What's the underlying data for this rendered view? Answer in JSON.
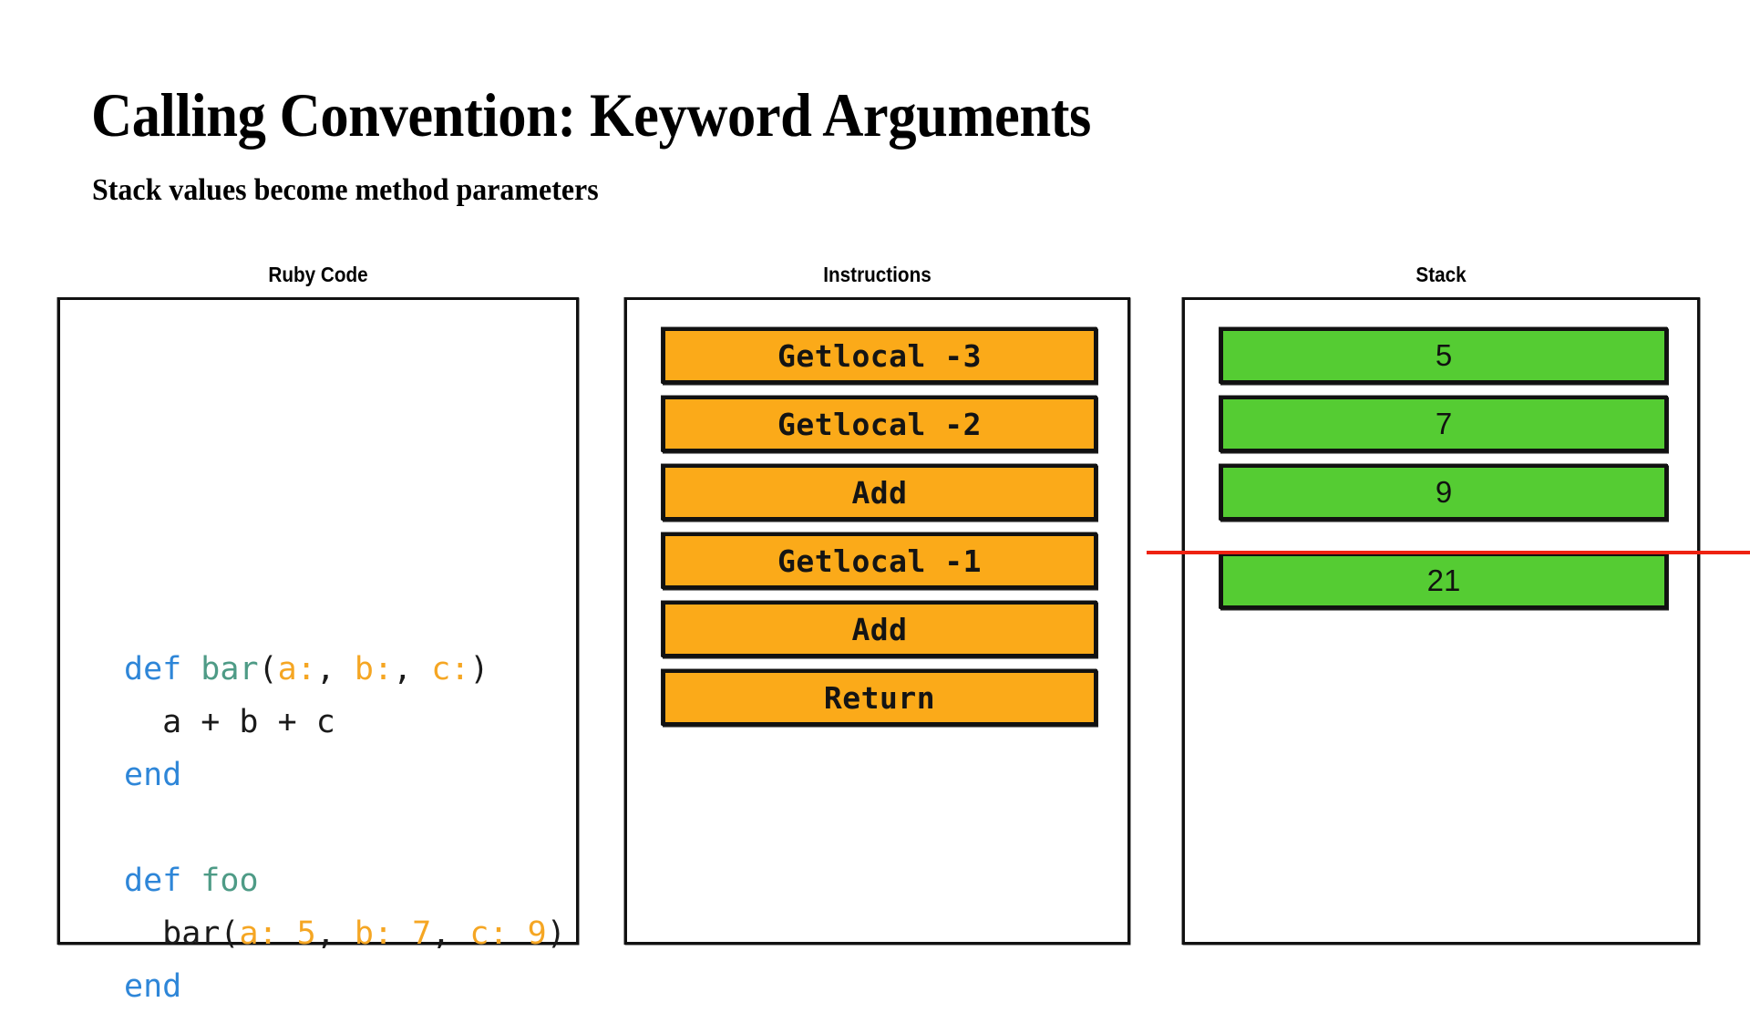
{
  "slide": {
    "title": "Calling Convention: Keyword Arguments",
    "subtitle": "Stack values become method parameters"
  },
  "columns": {
    "ruby_code_header": "Ruby Code",
    "instructions_header": "Instructions",
    "stack_header": "Stack"
  },
  "ruby_code": {
    "lines": [
      [
        {
          "t": "def",
          "c": "kw"
        },
        {
          "t": " ",
          "c": "plain"
        },
        {
          "t": "bar",
          "c": "fn"
        },
        {
          "t": "(",
          "c": "plain"
        },
        {
          "t": "a:",
          "c": "kwarg"
        },
        {
          "t": ", ",
          "c": "plain"
        },
        {
          "t": "b:",
          "c": "kwarg"
        },
        {
          "t": ", ",
          "c": "plain"
        },
        {
          "t": "c:",
          "c": "kwarg"
        },
        {
          "t": ")",
          "c": "plain"
        }
      ],
      [
        {
          "t": "  a + b + c",
          "c": "plain"
        }
      ],
      [
        {
          "t": "end",
          "c": "kw"
        }
      ],
      [
        {
          "t": "",
          "c": "plain"
        }
      ],
      [
        {
          "t": "def",
          "c": "kw"
        },
        {
          "t": " ",
          "c": "plain"
        },
        {
          "t": "foo",
          "c": "fn"
        }
      ],
      [
        {
          "t": "  bar(",
          "c": "plain"
        },
        {
          "t": "a:",
          "c": "kwarg"
        },
        {
          "t": " ",
          "c": "plain"
        },
        {
          "t": "5",
          "c": "num"
        },
        {
          "t": ", ",
          "c": "plain"
        },
        {
          "t": "b:",
          "c": "kwarg"
        },
        {
          "t": " ",
          "c": "plain"
        },
        {
          "t": "7",
          "c": "num"
        },
        {
          "t": ", ",
          "c": "plain"
        },
        {
          "t": "c:",
          "c": "kwarg"
        },
        {
          "t": " ",
          "c": "plain"
        },
        {
          "t": "9",
          "c": "num"
        },
        {
          "t": ")",
          "c": "plain"
        }
      ],
      [
        {
          "t": "end",
          "c": "kw"
        }
      ]
    ],
    "plain_text": "def bar(a:, b:, c:)\n  a + b + c\nend\n\ndef foo\n  bar(a: 5, b: 7, c: 9)\nend"
  },
  "instructions": {
    "items": [
      {
        "label": "Getlocal -3"
      },
      {
        "label": "Getlocal -2"
      },
      {
        "label": "Add"
      },
      {
        "label": "Getlocal -1"
      },
      {
        "label": "Add"
      },
      {
        "label": "Return"
      }
    ]
  },
  "stack": {
    "items": [
      {
        "value": "5"
      },
      {
        "value": "7"
      },
      {
        "value": "9"
      },
      {
        "value": "21"
      }
    ],
    "pointer_after_index": 3
  },
  "colors": {
    "instruction_chip": "#FBAA19",
    "stack_chip": "#55CC33",
    "pointer_line": "#EE2211",
    "keyword": "#2E86D8",
    "method_name": "#4E9B86",
    "kwarg": "#F5A623",
    "border": "#111111"
  }
}
